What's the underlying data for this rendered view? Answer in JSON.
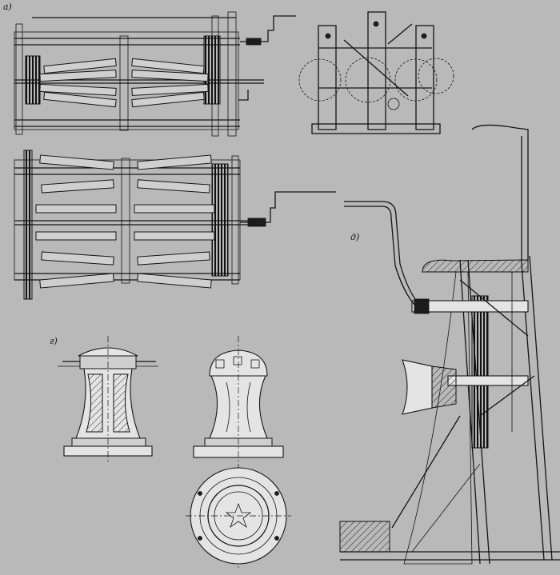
{
  "labels": {
    "fig_a": "a)",
    "fig_g": "г)",
    "fig_d": "д)"
  }
}
